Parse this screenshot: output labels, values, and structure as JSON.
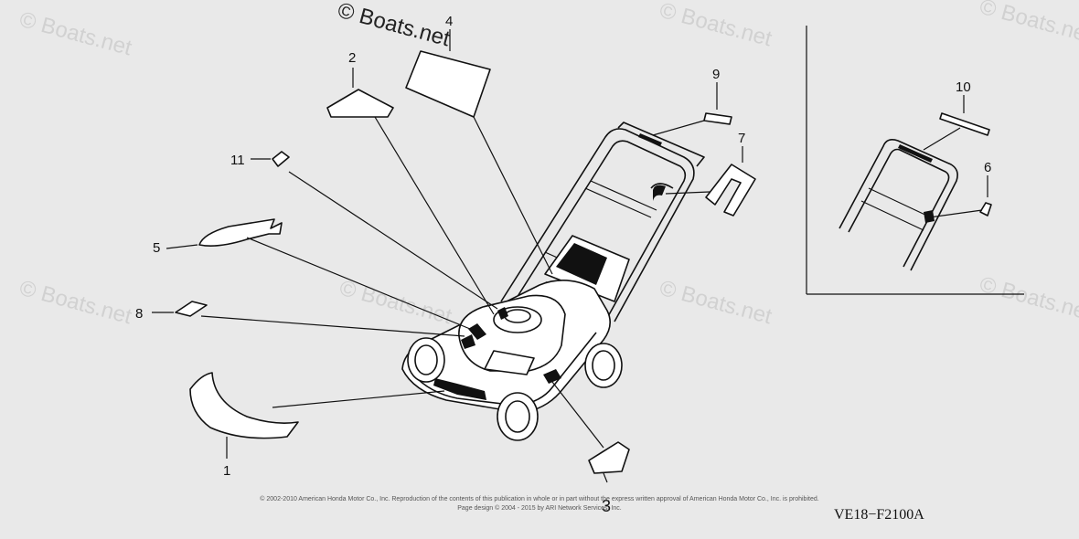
{
  "watermark": {
    "main": "© Boats.net",
    "faint": "© Boats.net"
  },
  "callouts": {
    "c1": "1",
    "c2": "2",
    "c3": "3",
    "c4": "4",
    "c5": "5",
    "c6": "6",
    "c7": "7",
    "c8": "8",
    "c9": "9",
    "c10": "10",
    "c11": "11"
  },
  "diagram_code": "VE18−F2100A",
  "fine_print": {
    "line1": "© 2002-2010 American Honda Motor Co., Inc. Reproduction of the contents of this publication in whole or in part without the express written approval of American Honda Motor Co., Inc. is prohibited.",
    "line2": "Page design © 2004 - 2015 by ARI Network Services, Inc."
  }
}
